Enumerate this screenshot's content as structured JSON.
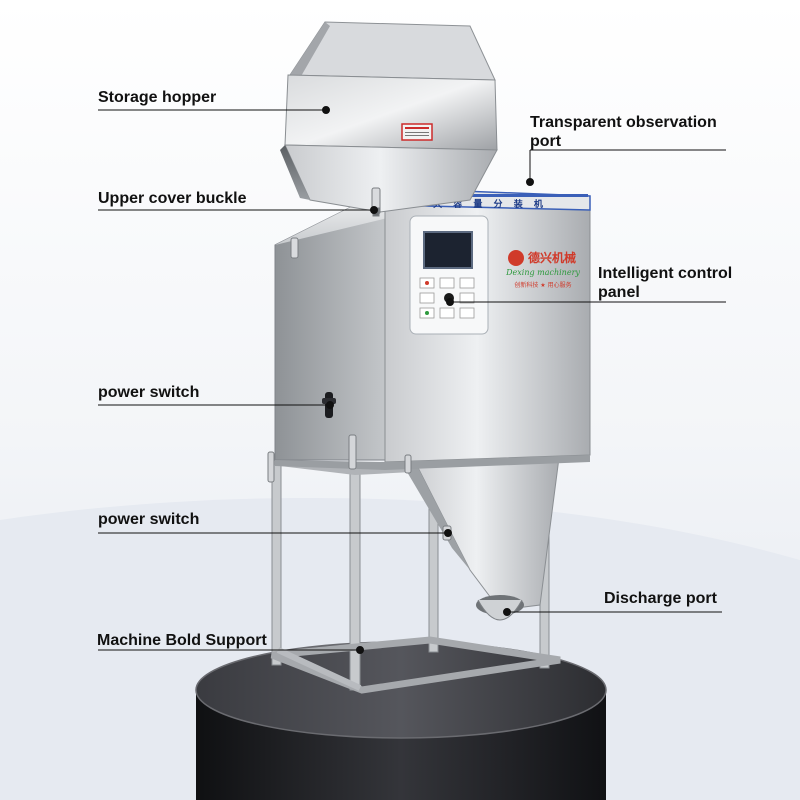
{
  "diagram": {
    "labels": {
      "storage_hopper": "Storage hopper",
      "observation_port_line1": "Transparent observation",
      "observation_port_line2": "port",
      "upper_cover_buckle": "Upper cover buckle",
      "control_panel_line1": "Intelligent control",
      "control_panel_line2": "panel",
      "power_switch_upper": "power switch",
      "power_switch_lower": "power switch",
      "discharge_port": "Discharge port",
      "machine_bold_support": "Machine Bold Support"
    },
    "machine_front_text": "大 容 量 分 装 机",
    "logo": {
      "brand_cn": "德兴机械",
      "brand_en": "Dexing machinery",
      "slogan": "创新科技 ★ 用心服务"
    }
  },
  "colors": {
    "steel_light": "#e8eaec",
    "steel_mid": "#b9bcbf",
    "steel_dark": "#7d8185",
    "pedestal": "#222327",
    "accent_blue": "#3a5fb8",
    "logo_red": "#d03a2a",
    "logo_green": "#2e9a3e"
  }
}
